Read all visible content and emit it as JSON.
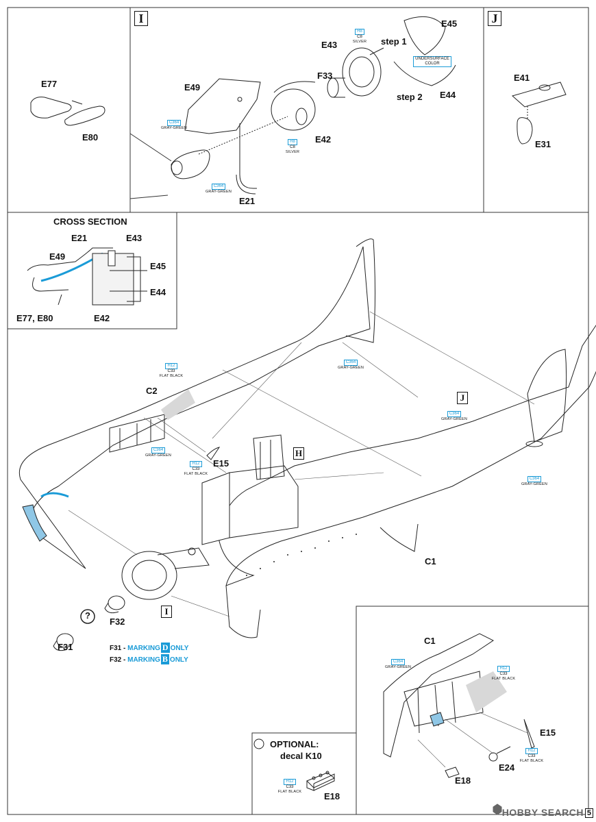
{
  "panel_I": {
    "letter": "I",
    "parts": [
      "E77",
      "E80",
      "E49",
      "E43",
      "E45",
      "F33",
      "E44",
      "E42",
      "E21"
    ],
    "steps": [
      "step 1",
      "step 2"
    ],
    "paint_gray_green": {
      "code1": "C364",
      "name": "GRAY-GREEN"
    },
    "paint_silver": {
      "code1": "H8",
      "code2": "C8",
      "name": "SILVER"
    },
    "paint_undersurface": {
      "name1": "UNDERSURFACE",
      "name2": "COLOR"
    }
  },
  "panel_J": {
    "letter": "J",
    "parts": [
      "E41",
      "E31"
    ]
  },
  "cross_section": {
    "title": "CROSS SECTION",
    "parts": [
      "E21",
      "E43",
      "E49",
      "E45",
      "E44",
      "E77, E80",
      "E42"
    ]
  },
  "main": {
    "parts": [
      "C2",
      "E15",
      "C1",
      "F32",
      "F31"
    ],
    "callouts": [
      "H",
      "J",
      "I"
    ],
    "paint_flat_black": {
      "code1": "H12",
      "code2": "C33",
      "name": "FLAT BLACK"
    },
    "paint_gray_green": {
      "code1": "C364",
      "name": "GRAY-GREEN"
    },
    "question": "?",
    "marking_f31": {
      "part": "F31",
      "dash": " - ",
      "word": "MARKING",
      "letter": "D",
      "only": "ONLY"
    },
    "marking_f32": {
      "part": "F32",
      "dash": " - ",
      "word": "MARKING",
      "letter": "B",
      "only": "ONLY"
    }
  },
  "detail_inset": {
    "parts": [
      "C1",
      "E15",
      "E24",
      "E18"
    ],
    "paint_gray_green": {
      "code1": "C364",
      "name": "GRAY-GREEN"
    },
    "paint_flat_black": {
      "code1": "H12",
      "code2": "C33",
      "name": "FLAT BLACK"
    }
  },
  "optional": {
    "title": "OPTIONAL:",
    "subtitle": "decal K10",
    "part": "E18",
    "paint": {
      "code1": "H12",
      "code2": "C33",
      "name": "FLAT BLACK"
    }
  },
  "watermark": "HOBBY SEARCH",
  "page_number": "5",
  "colors": {
    "accent_blue": "#1a9bd7",
    "line": "#222222",
    "fill_gray": "#d8d8d8"
  }
}
